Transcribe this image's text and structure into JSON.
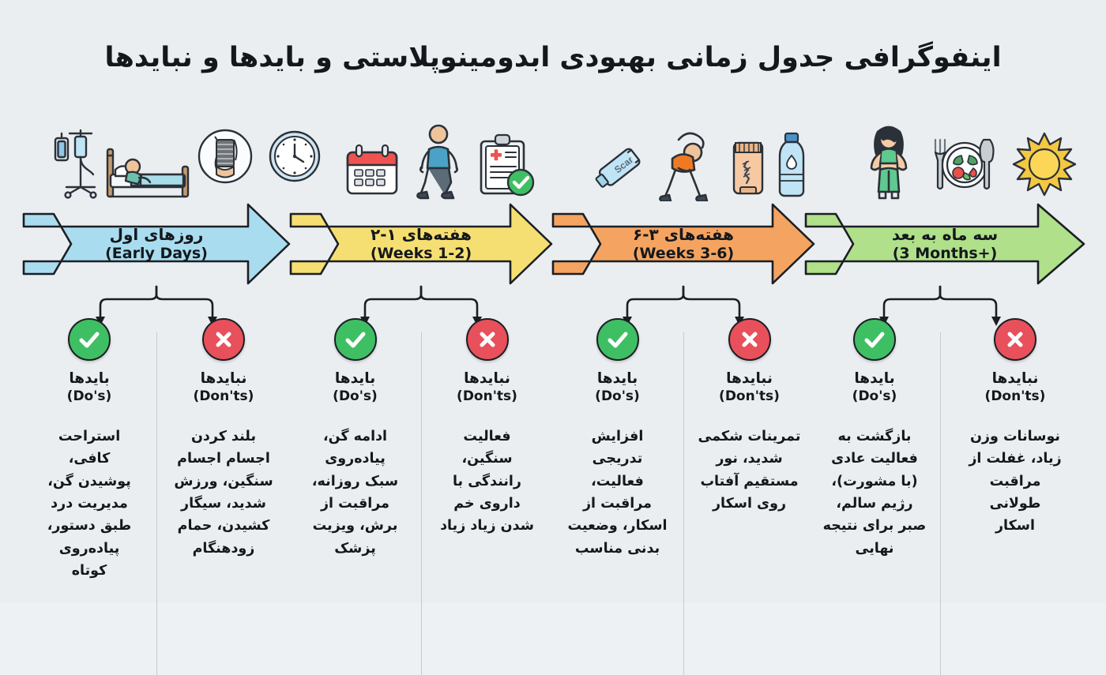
{
  "title": "اینفوگرافی جدول زمانی بهبودی ابدومینوپلاستی و بایدها و نبایدها",
  "palette": {
    "background": "#eaeef1",
    "stage_blue": "#a9dcee",
    "stage_yellow": "#f6df72",
    "stage_orange": "#f4a460",
    "stage_green": "#b0e08a",
    "do_green": "#3fbf63",
    "dont_red": "#e8505b",
    "outline": "#1b1f24"
  },
  "stages": [
    {
      "id": "early-days",
      "fa_label": "روزهای اول",
      "en_label": "(Early Days)",
      "color": "#a9dcee",
      "icons": [
        "iv-drip-icon",
        "patient-in-bed-icon",
        "compression-garment-icon",
        "clock-icon"
      ],
      "dos": {
        "fa_title": "بایدها",
        "en_title": "(Do's)",
        "text": "استراحت کافی، پوشیدن گن، مدیریت درد طبق دستور، پیاده‌روی کوتاه"
      },
      "donts": {
        "fa_title": "نبایدها",
        "en_title": "(Don'ts)",
        "text": "بلند کردن اجسام اجسام سنگین، ورزش شدید، سیگار کشیدن، حمام زودهنگام"
      }
    },
    {
      "id": "weeks-1-2",
      "fa_label": "هفته‌های ۱-۲",
      "en_label": "(Weeks 1-2)",
      "color": "#f6df72",
      "icons": [
        "calendar-icon",
        "walking-person-icon",
        "medical-clipboard-check-icon"
      ],
      "dos": {
        "fa_title": "بایدها",
        "en_title": "(Do's)",
        "text": "ادامه گن، پیاده‌روی سبک روزانه، مراقبت از برش، ویزیت پزشک"
      },
      "donts": {
        "fa_title": "نبایدها",
        "en_title": "(Don'ts)",
        "text": "فعالیت سنگین، رانندگی با داروی خم شدن زیاد زیاد"
      }
    },
    {
      "id": "weeks-3-6",
      "fa_label": "هفته‌های ۳-۶",
      "en_label": "(Weeks 3-6)",
      "color": "#f4a460",
      "icons": [
        "scar-cream-tube-icon",
        "stretching-person-icon",
        "scar-gel-tube-icon",
        "water-bottle-icon"
      ],
      "dos": {
        "fa_title": "بایدها",
        "en_title": "(Do's)",
        "text": "افزایش تدریجی فعالیت، مراقبت از اسکار، وضعیت بدنی مناسب"
      },
      "donts": {
        "fa_title": "نبایدها",
        "en_title": "(Don'ts)",
        "text": "تمرینات شکمی شدید، نور مستقیم آفتاب روی اسکار"
      }
    },
    {
      "id": "three-months-plus",
      "fa_label": "سه ماه به بعد",
      "en_label": "(3 Months+)",
      "color": "#b0e08a",
      "icons": [
        "fit-woman-icon",
        "healthy-meal-plate-icon",
        "sun-icon"
      ],
      "dos": {
        "fa_title": "بایدها",
        "en_title": "(Do's)",
        "text": "بازگشت به فعالیت عادی (با مشورت)، رژیم سالم، صبر برای نتیجه نهایی"
      },
      "donts": {
        "fa_title": "نبایدها",
        "en_title": "(Don'ts)",
        "text": "نوسانات وزن زیاد، غفلت از مراقبت طولانی اسکار"
      }
    }
  ],
  "icon_labels": {
    "scar_tube_text": "Scar"
  }
}
